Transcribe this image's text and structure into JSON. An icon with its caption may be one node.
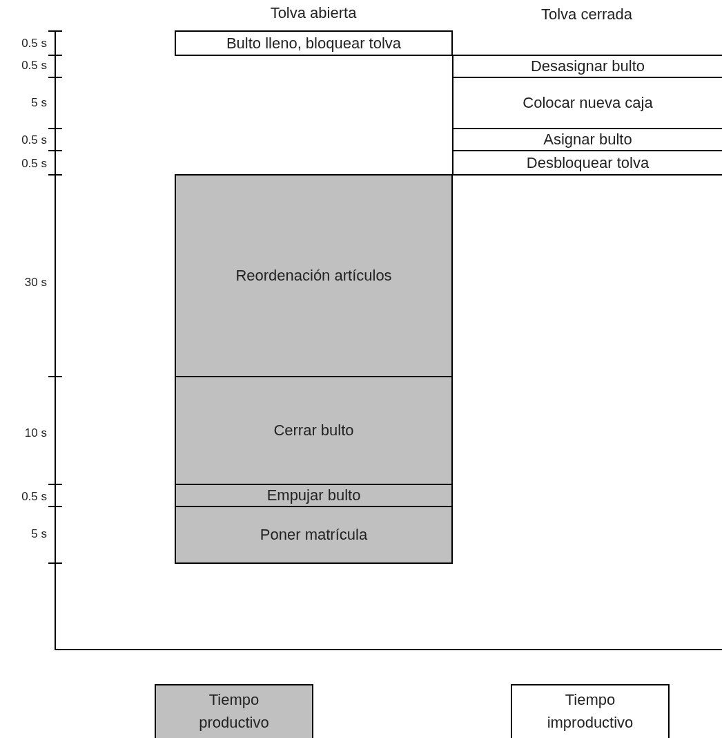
{
  "diagram": {
    "nodes": [
      {
        "text": [
          "Bulto lleno, bloquear tolva"
        ]
      },
      {
        "text": [
          "Desasignar bulto"
        ]
      },
      {
        "text": [
          "Colocar nueva caja"
        ]
      },
      {
        "text": [
          "Asignar bulto"
        ]
      },
      {
        "text": [
          "Desbloquear tolva"
        ]
      },
      {
        "text": [
          "Reordenación artículos"
        ]
      },
      {
        "text": [
          "Cerrar bulto"
        ]
      },
      {
        "text": [
          "Empujar bulto"
        ]
      },
      {
        "text": [
          "Poner matrícula"
        ]
      }
    ],
    "labels": [
      "Tolva abierta",
      "Tolva cerrada",
      "0.5 s",
      "0.5 s",
      "5 s",
      "0.5 s",
      "0.5 s",
      "30 s",
      "10 s",
      "0.5 s",
      "5 s"
    ],
    "legend": [
      {
        "text": "Tiempo productivo",
        "color": "#c0c0c0"
      },
      {
        "text": "Tiempo improductivo",
        "color": "#ffffff"
      }
    ]
  }
}
